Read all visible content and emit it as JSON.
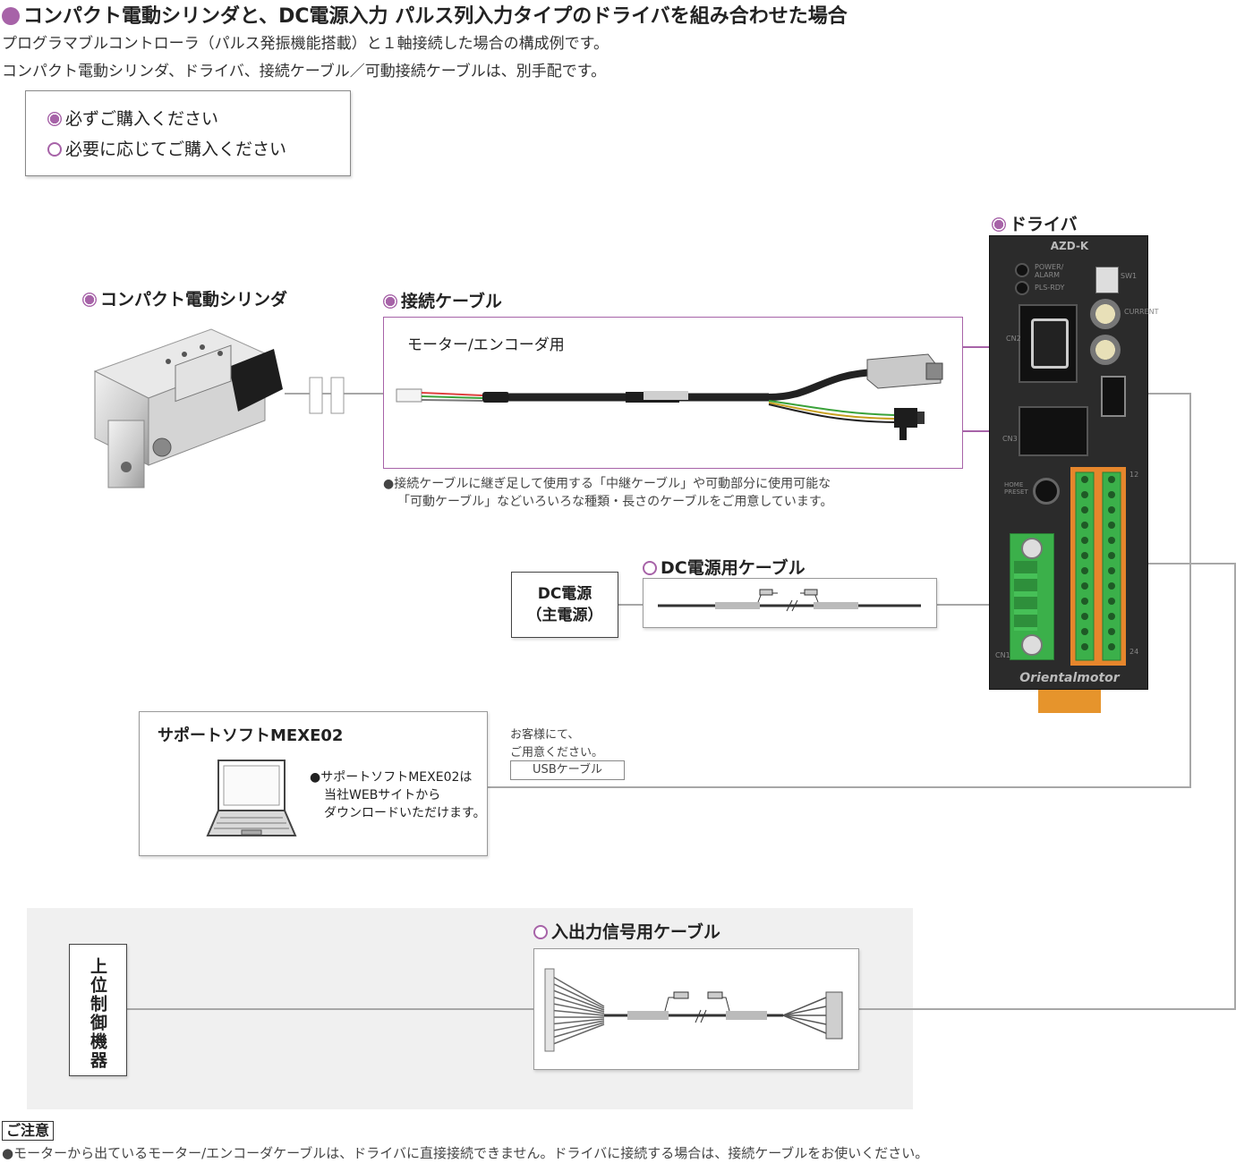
{
  "heading": {
    "title": "コンパクト電動シリンダと、DC電源入力 パルス列入力タイプのドライバを組み合わせた場合",
    "line1": "プログラマブルコントローラ（パルス発振機能搭載）と１軸接続した場合の構成例です。",
    "line2": "コンパクト電動シリンダ、ドライバ、接続ケーブル／可動接続ケーブルは、別手配です。"
  },
  "legend": {
    "required": "必ずご購入ください",
    "optional": "必要に応じてご購入ください"
  },
  "cylinder": {
    "label": "コンパクト電動シリンダ"
  },
  "conn_cable": {
    "label": "接続ケーブル",
    "sublabel": "モーター/エンコーダ用",
    "note1": "●接続ケーブルに継ぎ足して使用する「中継ケーブル」や可動部分に使用可能な",
    "note2": "「可動ケーブル」などいろいろな種類・長さのケーブルをご用意しています。"
  },
  "driver": {
    "label": "ドライバ",
    "model": "AZD-K",
    "brand": "Orientalmotor",
    "power_alarm": "POWER/\nALARM",
    "pls_ready": "PLS-RDY",
    "current": "CURRENT",
    "sw1": "SW1",
    "home_preset": "HOME\nPRESET",
    "cn1": "CN1",
    "cn2": "CN2",
    "cn3": "CN3",
    "pin_top": "12",
    "pin_bottom": "24"
  },
  "dc_power": {
    "line1": "DC電源",
    "line2": "（主電源）"
  },
  "dc_cable": {
    "label": "DC電源用ケーブル"
  },
  "software": {
    "title": "サポートソフトMEXE02",
    "note1": "●サポートソフトMEXE02は",
    "note2": "当社WEBサイトから",
    "note3": "ダウンロードいただけます。"
  },
  "usb": {
    "note1": "お客様にて、",
    "note2": "ご用意ください。",
    "label": "USBケーブル"
  },
  "io_cable": {
    "label": "入出力信号用ケーブル"
  },
  "host": {
    "label": "上位制御機器"
  },
  "caution": {
    "title": "ご注意",
    "text": "●モーターから出ているモーター/エンコーダケーブルは、ドライバに直接接続できません。ドライバに接続する場合は、接続ケーブルをお使いください。"
  },
  "colors": {
    "accent": "#a763a8",
    "terminal_green": "#3bb04a",
    "terminal_orange": "#e6862c",
    "driver_body": "#2b2b2b"
  }
}
